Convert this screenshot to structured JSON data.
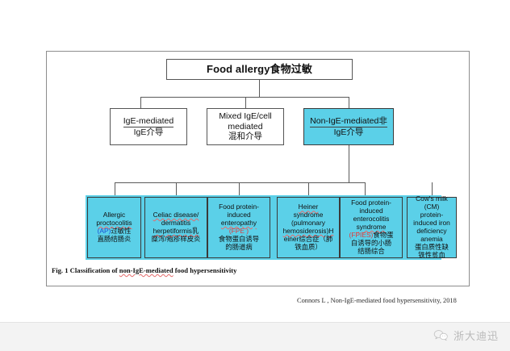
{
  "figure": {
    "root": {
      "label": "Food allergy食物过敏"
    },
    "level2": [
      {
        "id": "ige-mediated",
        "line1": "IgE-mediated",
        "line2": "IgE介导",
        "highlighted": false
      },
      {
        "id": "mixed-ige-cell-mediated",
        "line1": "Mixed IgE/cell",
        "line1b": "mediated",
        "line2": "混和介导",
        "highlighted": false
      },
      {
        "id": "non-ige-mediated",
        "line1": "Non-IgE-mediated非",
        "line2": "IgE介导",
        "highlighted": true
      }
    ],
    "level3": [
      {
        "id": "allergic-proctocolitis",
        "lines": [
          "Allergic",
          "proctocolitis",
          "(AP)过敏性",
          "直肠结肠炎"
        ],
        "abbrev": "(AP)"
      },
      {
        "id": "celiac-disease-dermatitis-herpetiformis",
        "lines": [
          "Celiac disease/",
          "dermatitis",
          "herpetiformis乳",
          "糜泻/疱疹样皮炎"
        ],
        "abbrev": ""
      },
      {
        "id": "food-protein-induced-enteropathy",
        "lines": [
          "Food protein-",
          "induced",
          "enteropathy",
          "(FPE )",
          "食物蛋白诱导",
          "的肠道病"
        ],
        "abbrev": "(FPE )"
      },
      {
        "id": "heiner-syndrome",
        "lines": [
          "Heiner",
          "syndrome",
          "(pulmonary",
          "hemosiderosis)H",
          "einer综合症（肺",
          "铁血质）"
        ],
        "abbrev": ""
      },
      {
        "id": "food-protein-induced-enterocolitis-syndrome",
        "lines": [
          "Food protein-",
          "induced",
          "enterocolitis",
          "syndrome",
          "(FPIES)食物蛋",
          "白诱导的小肠",
          "结肠综合"
        ],
        "abbrev": "(FPIES)"
      },
      {
        "id": "cows-milk-protein-induced-iron-deficiency-anemia",
        "lines": [
          "Cow's milk",
          "(CM)",
          "protein-",
          "induced iron",
          "deficiency",
          "anemia",
          "蛋白质性缺",
          "铁性贫血"
        ],
        "abbrev": ""
      }
    ],
    "caption": "Fig. 1 Classification of non-IgE-mediated food hypersensitivity",
    "caption_parts": {
      "prefix": "Fig. 1 Classification of ",
      "emphasis": "non-IgE-mediated",
      "suffix": " food hypersensitivity"
    }
  },
  "citation": "Connors L , Non-IgE-mediated food hypersensitivity, 2018",
  "footer": {
    "brand_name": "浙大迪迅",
    "icon": "wechat-icon"
  },
  "colors": {
    "highlight_fill": "#5bd0e8",
    "accent_red": "#e03a3a",
    "accent_blue": "#1a4fd6",
    "frame_border": "#8d8d8d",
    "footer_bg": "#f3f3f3"
  }
}
